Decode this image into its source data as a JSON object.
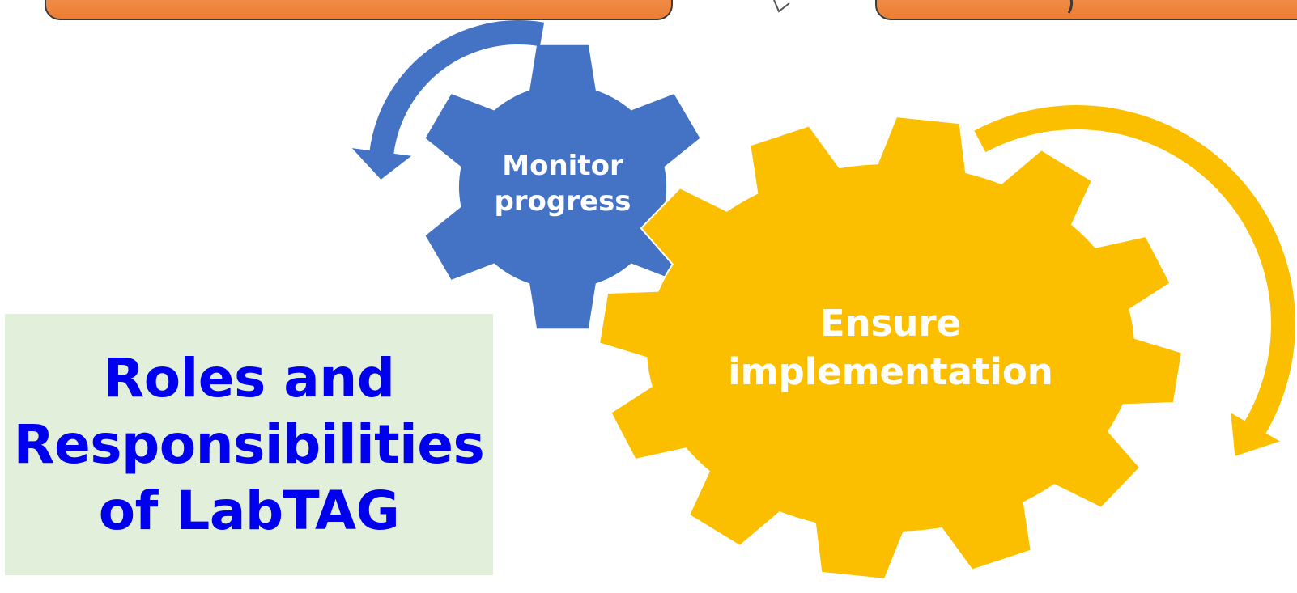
{
  "title": "Roles and\nResponsibilities\nof LabTAG",
  "gears": [
    {
      "id": "monitor",
      "line1": "Monitor",
      "line2": "progress",
      "color": "#4472c4",
      "arrow_color": "#4472c4"
    },
    {
      "id": "implement",
      "line1": "Ensure",
      "line2": "implementation",
      "color": "#fcbf00",
      "arrow_color": "#fcbf00"
    }
  ],
  "title_box_color": "#e2efda",
  "banner_color": "#ed7d31"
}
